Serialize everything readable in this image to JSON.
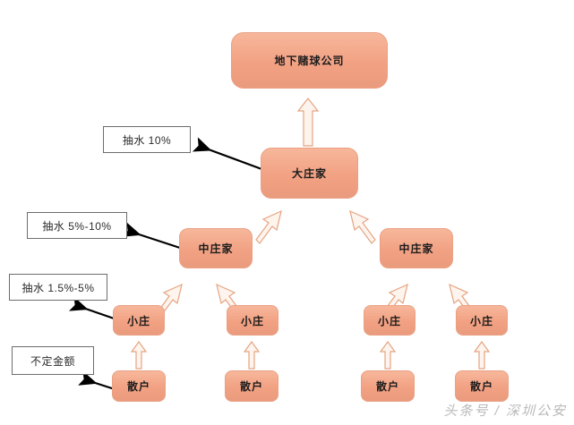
{
  "diagram": {
    "title_node": {
      "label": "地下赌球公司"
    },
    "levels": {
      "big": {
        "label": "大庄家"
      },
      "mid_left": {
        "label": "中庄家"
      },
      "mid_right": {
        "label": "中庄家"
      },
      "small_1": {
        "label": "小庄"
      },
      "small_2": {
        "label": "小庄"
      },
      "small_3": {
        "label": "小庄"
      },
      "small_4": {
        "label": "小庄"
      },
      "leaf_1": {
        "label": "散户"
      },
      "leaf_2": {
        "label": "散户"
      },
      "leaf_3": {
        "label": "散户"
      },
      "leaf_4": {
        "label": "散户"
      }
    },
    "callouts": {
      "commission_big": "抽水 10%",
      "commission_mid": "抽水 5%-10%",
      "commission_small": "抽水 1.5%-5%",
      "amount_leaf": "不定金额"
    },
    "watermark": "头条号 / 深圳公安",
    "colors": {
      "node_fill": "#f2a183",
      "node_border": "#e9a184",
      "arrow_stroke": "#e8a887",
      "arrow_fill": "#fdf4ee",
      "callout_border": "#6d6d6d",
      "pointer": "#000000",
      "background": "#ffffff",
      "watermark_color": "#b9b9b9"
    }
  }
}
